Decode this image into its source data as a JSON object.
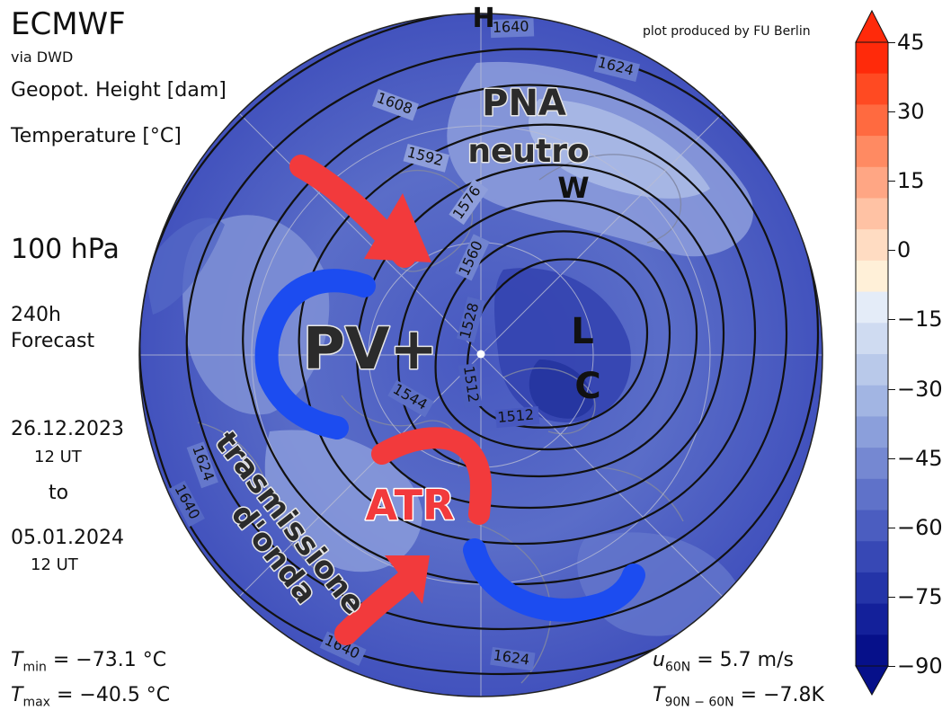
{
  "header": {
    "source": "ECMWF",
    "via": "via DWD",
    "variable1": "Geopot. Height [dam]",
    "variable2": "Temperature [°C]",
    "level": "100 hPa",
    "forecast_line1": "240h",
    "forecast_line2": "Forecast",
    "start_date": "26.12.2023",
    "start_time": "12 UT",
    "to_label": "to",
    "end_date": "05.01.2024",
    "end_time": "12 UT",
    "credit": "plot produced by FU Berlin"
  },
  "stats": {
    "tmin_label": "T",
    "tmin_sub": "min",
    "tmin_value": "= −73.1 °C",
    "tmax_label": "T",
    "tmax_sub": "max",
    "tmax_value": "= −40.5 °C",
    "u_label": "u",
    "u_sub": "60N",
    "u_value": "= 5.7 m/s",
    "t_label": "T",
    "t_sub": "90N − 60N",
    "t_value": "= −7.8K"
  },
  "colorbar": {
    "ticks": [
      "45",
      "30",
      "15",
      "0",
      "−15",
      "−30",
      "−45",
      "−60",
      "−75",
      "−90"
    ],
    "colors": [
      "#ff2a0a",
      "#ff4a22",
      "#ff6a40",
      "#ff8a62",
      "#ffa684",
      "#ffc2a4",
      "#ffdcc2",
      "#fff0d8",
      "#e4ecf8",
      "#cfdbf1",
      "#b9c9ea",
      "#a2b5e3",
      "#8b9fdb",
      "#7588d2",
      "#5f72c9",
      "#4b5dc0",
      "#3748b5",
      "#2434a8",
      "#13209a",
      "#06108a"
    ]
  },
  "map": {
    "contour_labels": [
      "1640",
      "1624",
      "1608",
      "1592",
      "1576",
      "1560",
      "1528",
      "1512",
      "1544",
      "1512",
      "1624",
      "1640",
      "1640",
      "1624"
    ],
    "annotations": {
      "pna": "PNA",
      "neutro": "neutro",
      "w": "W",
      "l": "L",
      "c": "C",
      "pv": "PV+",
      "atr": "ATR",
      "trasm1": "trasmissione",
      "trasm2": "d'onda",
      "h": "H"
    }
  }
}
